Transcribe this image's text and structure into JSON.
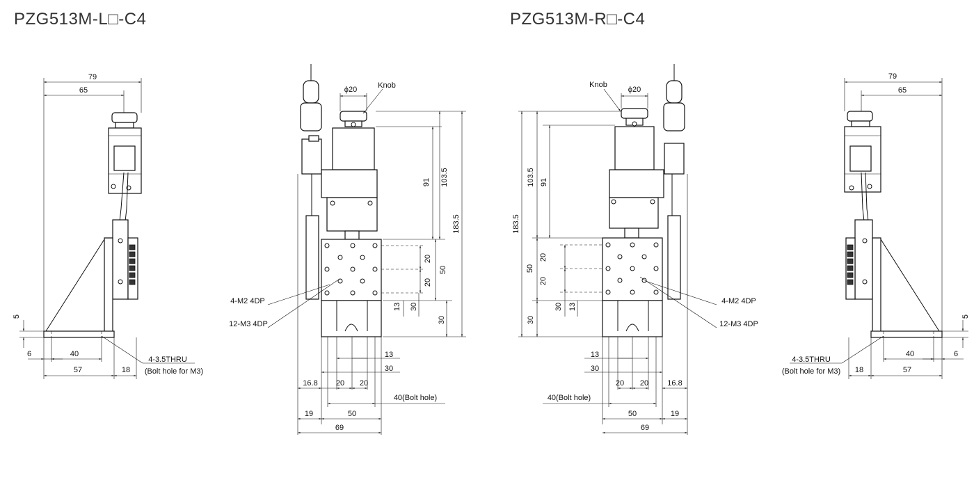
{
  "titles": {
    "left": "PZG513M-L□-C4",
    "right": "PZG513M-R□-C4"
  },
  "labels": {
    "knob": "Knob",
    "phi20": "ϕ20",
    "m2": "4-M2 4DP",
    "m3": "12-M3 4DP",
    "thru": "4-3.5THRU",
    "bolt_m3": "(Bolt hole for M3)",
    "bolt_hole": "40(Bolt hole)"
  },
  "dims": {
    "d79": "79",
    "d65": "65",
    "d5": "5",
    "d6": "6",
    "d40": "40",
    "d57": "57",
    "d18": "18",
    "d91": "91",
    "d103_5": "103.5",
    "d183_5": "183.5",
    "d20": "20",
    "d50": "50",
    "d13": "13",
    "d30": "30",
    "d16_8": "16.8",
    "d19": "19",
    "d69": "69"
  }
}
